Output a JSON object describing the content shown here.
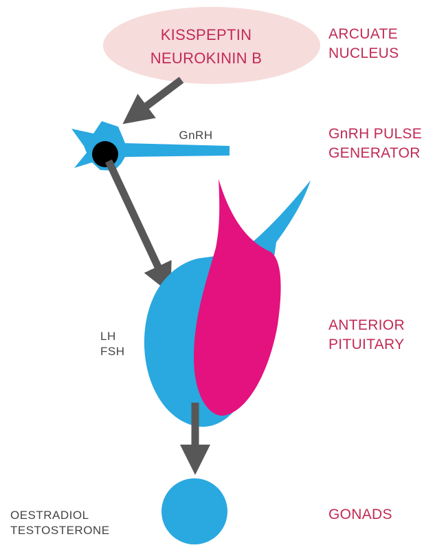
{
  "regions": {
    "arcuate": [
      "ARCUATE",
      "NUCLEUS"
    ],
    "pulse_generator": [
      "GnRH PULSE",
      "GENERATOR"
    ],
    "anterior_pituitary": [
      "ANTERIOR",
      "PITUITARY"
    ],
    "gonads": [
      "GONADS"
    ]
  },
  "hormones": {
    "arcuate_signal": [
      "KISSPEPTIN",
      "NEUROKININ B"
    ],
    "gnrh": "GnRH",
    "pituitary_output": [
      "LH",
      "FSH"
    ],
    "gonad_output": [
      "OESTRADIOL",
      "TESTOSTERONE"
    ]
  },
  "colors": {
    "label_red": "#c12a55",
    "label_gray": "#444444",
    "ellipse_fill": "#f7dcdc",
    "neuron_blue": "#2aa8e0",
    "pituitary_magenta": "#e3127e",
    "arrow_gray": "#575757",
    "cell_body": "#000000"
  }
}
